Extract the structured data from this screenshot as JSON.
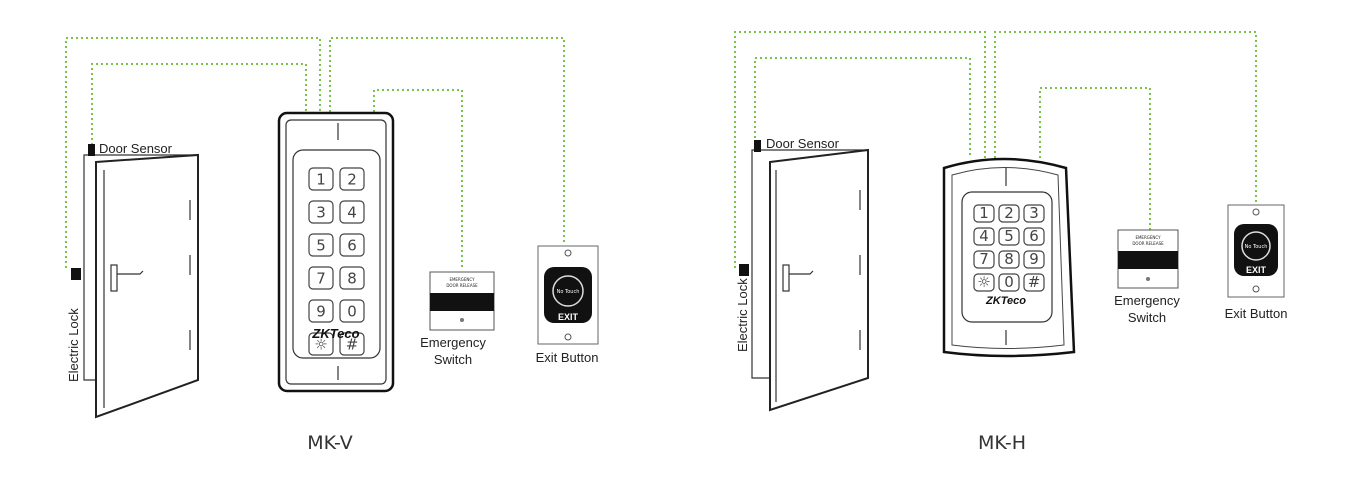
{
  "left": {
    "door_sensor_label": "Door Sensor",
    "electric_lock_label": "Electric Lock",
    "emergency_label_line1": "Emergency",
    "emergency_label_line2": "Switch",
    "exit_button_label": "Exit Button",
    "caption": "MK-V",
    "brand": "ZKTeco",
    "keys": [
      "1",
      "2",
      "3",
      "4",
      "5",
      "6",
      "7",
      "8",
      "9",
      "0",
      "☼",
      "#"
    ],
    "exit_face_text": "No Touch",
    "exit_text": "EXIT"
  },
  "right": {
    "door_sensor_label": "Door Sensor",
    "electric_lock_label": "Electric Lock",
    "emergency_label_line1": "Emergency",
    "emergency_label_line2": "Switch",
    "exit_button_label": "Exit Button",
    "caption": "MK-H",
    "brand": "ZKTeco",
    "keys": [
      "1",
      "2",
      "3",
      "4",
      "5",
      "6",
      "7",
      "8",
      "9",
      "☼",
      "0",
      "#"
    ],
    "exit_face_text": "No Touch",
    "exit_text": "EXIT"
  },
  "colors": {
    "wire": "#7cc24a",
    "ink": "#222222"
  }
}
